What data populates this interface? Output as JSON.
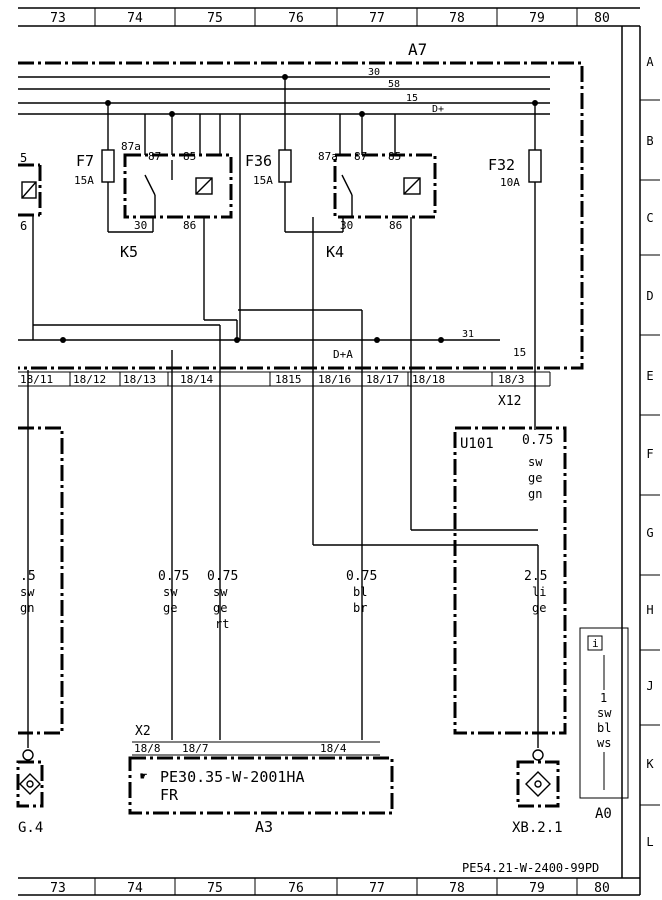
{
  "grid": {
    "columns": [
      "73",
      "74",
      "75",
      "76",
      "77",
      "78",
      "79",
      "80"
    ],
    "rows": [
      "A",
      "B",
      "C",
      "D",
      "E",
      "F",
      "G",
      "H",
      "J",
      "K",
      "L"
    ]
  },
  "modules": {
    "a7": "A7",
    "a3": "A3",
    "a3_doc": "PE30.35-W-2001HA",
    "a3_fr": "FR",
    "u101": "U101",
    "a0": "A0",
    "x12": "X12",
    "x2": "X2",
    "g4": "G.4",
    "xb21": "XB.2.1"
  },
  "buses": {
    "b30": "30",
    "b58": "58",
    "b15": "15",
    "bdplus": "D+",
    "b31": "31",
    "bdplusa": "D+A",
    "b15b": "15"
  },
  "fuses": {
    "f7": {
      "name": "F7",
      "rating": "15A"
    },
    "f36": {
      "name": "F36",
      "rating": "15A"
    },
    "f32": {
      "name": "F32",
      "rating": "10A"
    },
    "f_left": {
      "top": "5",
      "bottom": "6"
    }
  },
  "relays": {
    "k5": {
      "name": "K5",
      "p87a": "87a",
      "p87": "87",
      "p85": "85",
      "p30": "30",
      "p86": "86"
    },
    "k4": {
      "name": "K4",
      "p87a": "87a",
      "p87": "87",
      "p85": "85",
      "p30": "30",
      "p86": "86"
    }
  },
  "pins_x12": [
    "18/11",
    "18/12",
    "18/13",
    "18/14",
    "1815",
    "18/16",
    "18/17",
    "18/18",
    "18/3"
  ],
  "pins_x2": [
    "18/8",
    "18/7",
    "18/4"
  ],
  "wires": {
    "w_left": {
      "size": ".5",
      "c1": "sw",
      "c2": "gn"
    },
    "w1": {
      "size": "0.75",
      "c1": "sw",
      "c2": "ge"
    },
    "w2": {
      "size": "0.75",
      "c1": "sw",
      "c2": "ge",
      "c3": "rt"
    },
    "w3": {
      "size": "0.75",
      "c1": "bl",
      "c2": "br"
    },
    "w4": {
      "size": "2.5",
      "c1": "li",
      "c2": "ge"
    },
    "w5": {
      "size": "0.75",
      "c1": "sw",
      "c2": "ge",
      "c3": "gn"
    }
  },
  "legend": {
    "icon": "i",
    "value": "1",
    "c1": "sw",
    "c2": "bl",
    "c3": "ws"
  },
  "doc_ref": "PE54.21-W-2400-99PD"
}
